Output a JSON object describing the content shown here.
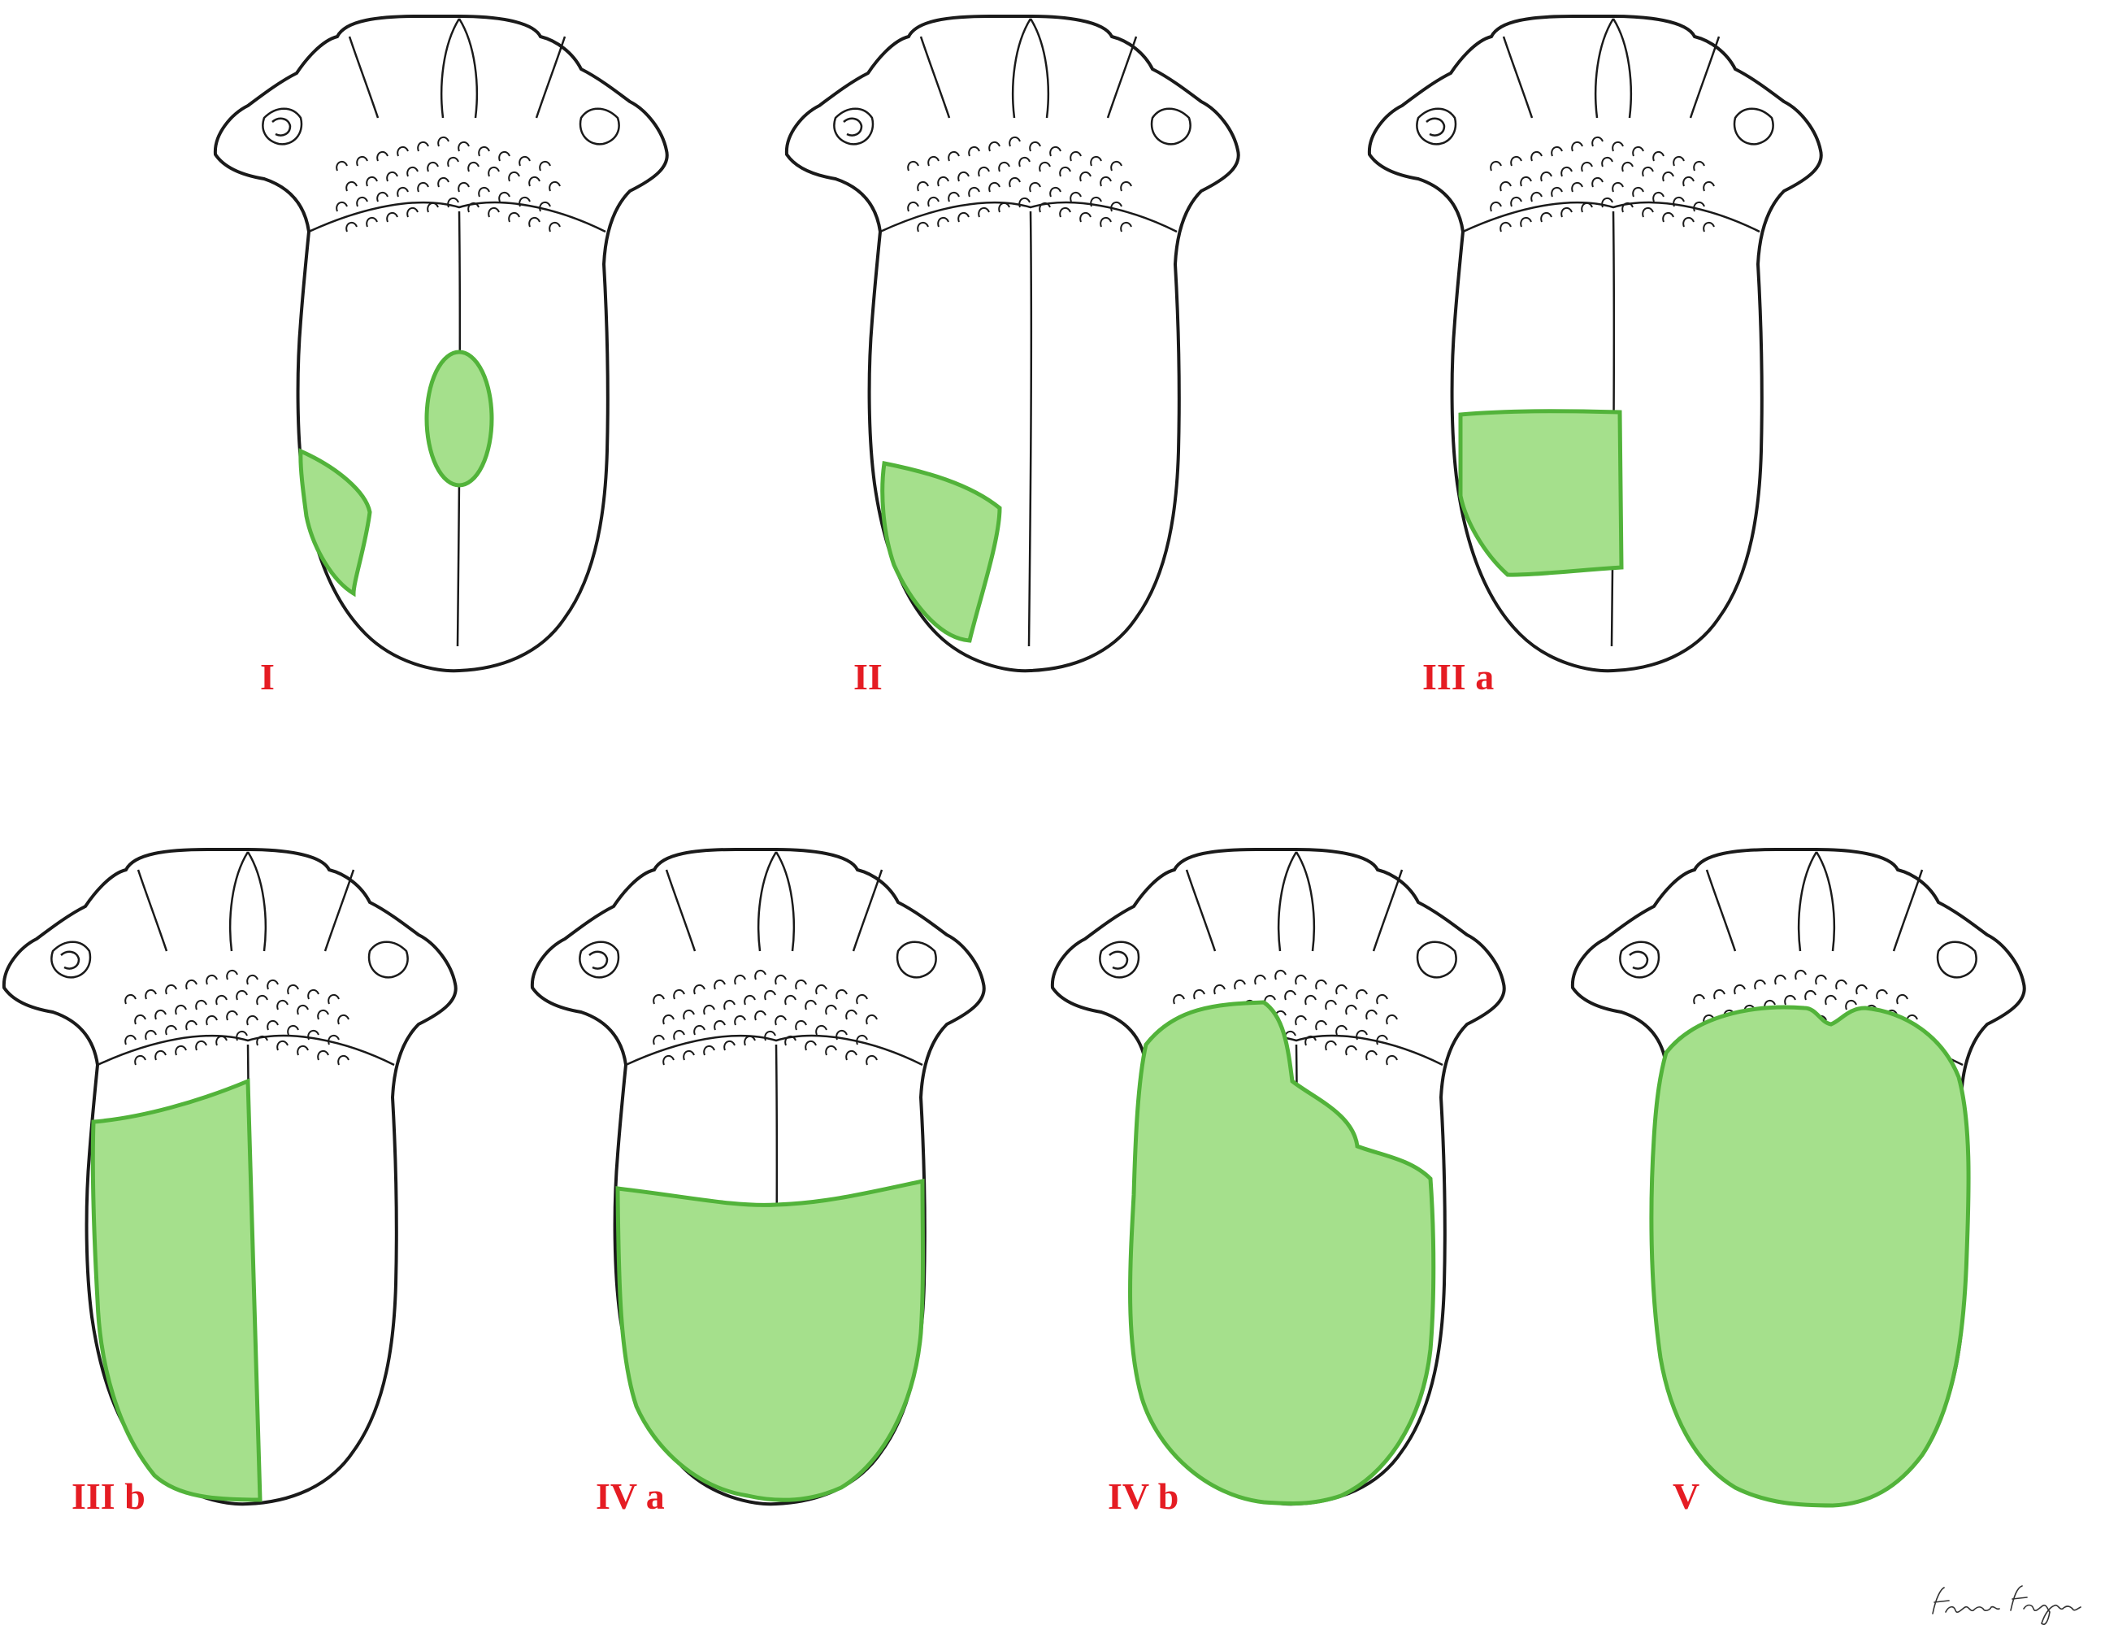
{
  "figure": {
    "label_color": "#e51c23",
    "fill_color": "#a5e08c",
    "outline_color": "#52b33a",
    "line_color": "#1a1a1a",
    "panels": [
      {
        "label": "I",
        "resection": "lateral-edge and central-dorsal lesions"
      },
      {
        "label": "II",
        "resection": "lateral tip"
      },
      {
        "label": "III a",
        "resection": "lateral mobile tongue"
      },
      {
        "label": "III b",
        "resection": "hemi-mobile tongue"
      },
      {
        "label": "IV a",
        "resection": "anterior mobile tongue"
      },
      {
        "label": "IV b",
        "resection": "mobile tongue with hemi-base"
      },
      {
        "label": "V",
        "resection": "total tongue"
      }
    ]
  },
  "signature": {
    "text": "Francesco Ferguson"
  }
}
